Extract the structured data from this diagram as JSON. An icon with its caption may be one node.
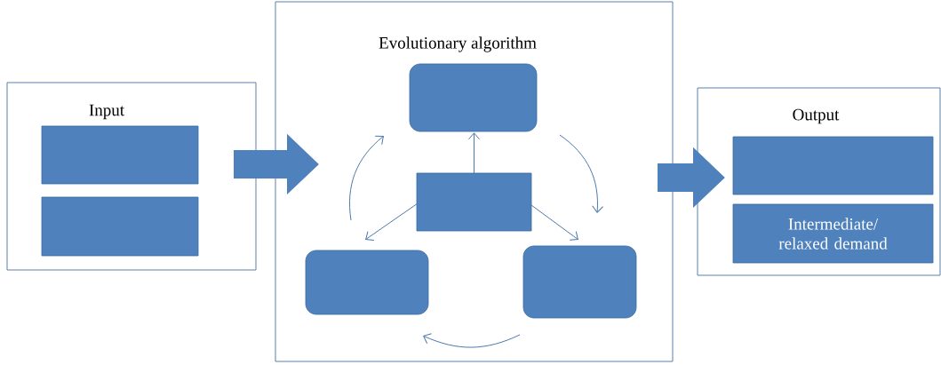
{
  "diagram": {
    "nodes": [
      {
        "text": [
          "Input"
        ]
      },
      {
        "text": [],
        "shape": "box",
        "in": 0
      },
      {
        "text": [],
        "shape": "box",
        "in": 0
      },
      {
        "text": [
          "Evolutionary algorithm"
        ]
      },
      {
        "text": [],
        "shape": "box",
        "in": 3
      },
      {
        "text": [],
        "shape": "box",
        "in": 3
      },
      {
        "text": [],
        "shape": "box",
        "in": 3
      },
      {
        "text": [],
        "shape": "box",
        "in": 3
      },
      {
        "text": [
          "Output"
        ]
      },
      {
        "text": [],
        "shape": "box",
        "in": 8
      },
      {
        "text": [
          "Intermediate/ relaxed demand"
        ],
        "in": 8
      }
    ],
    "edges": [
      {
        "from": 0,
        "to": 3,
        "arrow": "to",
        "style": "thick"
      },
      {
        "from": 3,
        "to": 8,
        "arrow": "to",
        "style": "thick"
      },
      {
        "from": 5,
        "to": 4,
        "arrow": "to"
      },
      {
        "from": 5,
        "to": 6,
        "arrow": "to"
      },
      {
        "from": 5,
        "to": 7,
        "arrow": "to"
      },
      {
        "from": 6,
        "to": 4,
        "arrow": "to"
      },
      {
        "from": 4,
        "to": 7,
        "arrow": "to"
      },
      {
        "from": 7,
        "to": 6,
        "arrow": "to"
      }
    ]
  }
}
